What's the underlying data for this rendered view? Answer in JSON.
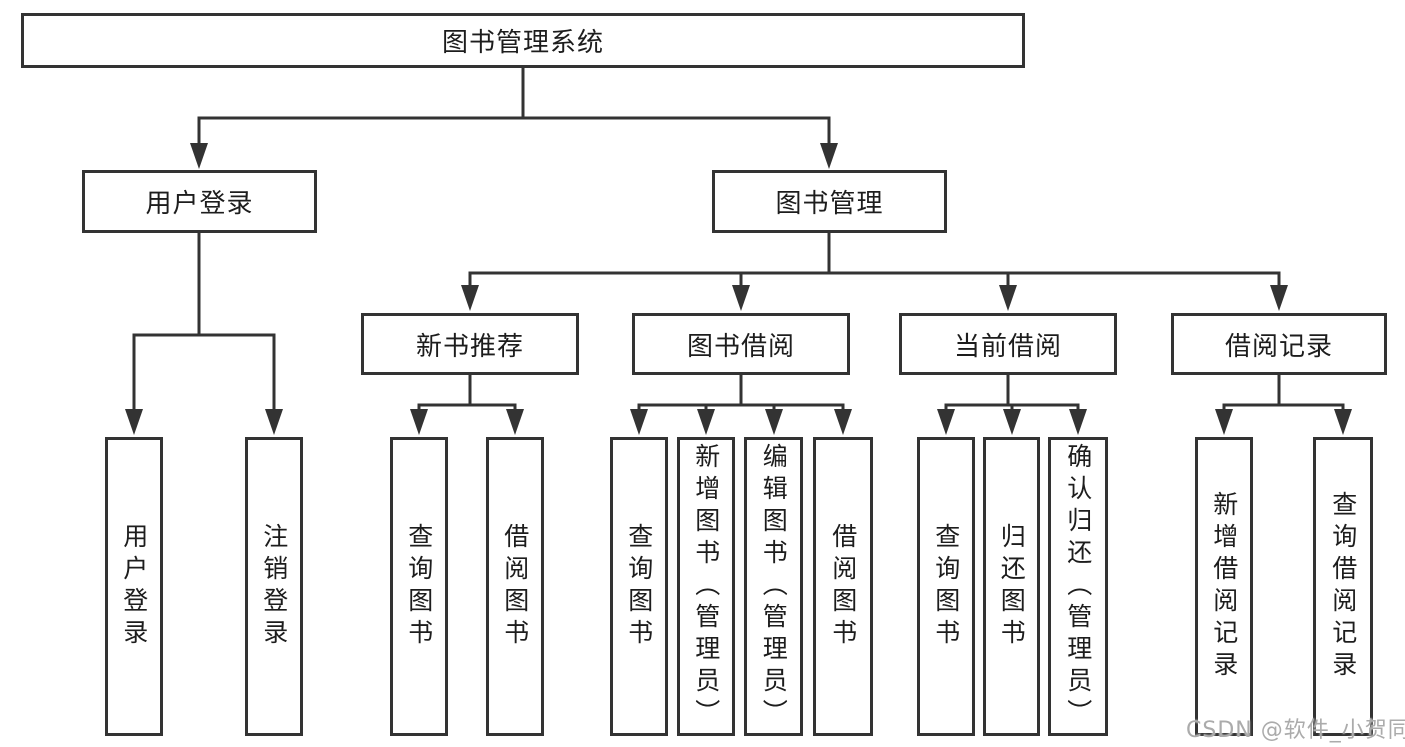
{
  "diagram": {
    "root": {
      "label": "图书管理系统"
    },
    "level2": [
      {
        "label": "用户登录"
      },
      {
        "label": "图书管理"
      }
    ],
    "level3": [
      {
        "label": "新书推荐",
        "parent": "图书管理"
      },
      {
        "label": "图书借阅",
        "parent": "图书管理"
      },
      {
        "label": "当前借阅",
        "parent": "图书管理"
      },
      {
        "label": "借阅记录",
        "parent": "图书管理"
      }
    ],
    "leaves": [
      {
        "label": "用户登录",
        "parent": "用户登录"
      },
      {
        "label": "注销登录",
        "parent": "用户登录"
      },
      {
        "label": "查询图书",
        "parent": "新书推荐"
      },
      {
        "label": "借阅图书",
        "parent": "新书推荐"
      },
      {
        "label": "查询图书",
        "parent": "图书借阅"
      },
      {
        "label": "新增图书（管理员）",
        "parent": "图书借阅"
      },
      {
        "label": "编辑图书（管理员）",
        "parent": "图书借阅"
      },
      {
        "label": "借阅图书",
        "parent": "图书借阅"
      },
      {
        "label": "查询图书",
        "parent": "当前借阅"
      },
      {
        "label": "归还图书",
        "parent": "当前借阅"
      },
      {
        "label": "确认归还（管理员）",
        "parent": "当前借阅"
      },
      {
        "label": "新增借阅记录",
        "parent": "借阅记录"
      },
      {
        "label": "查询借阅记录",
        "parent": "借阅记录"
      }
    ]
  },
  "watermark": {
    "text": "CSDN @软件_小贺同学"
  },
  "colors": {
    "line": "#333333",
    "text": "#1d1d1d",
    "watermark": "#ababab",
    "background": "#ffffff"
  }
}
